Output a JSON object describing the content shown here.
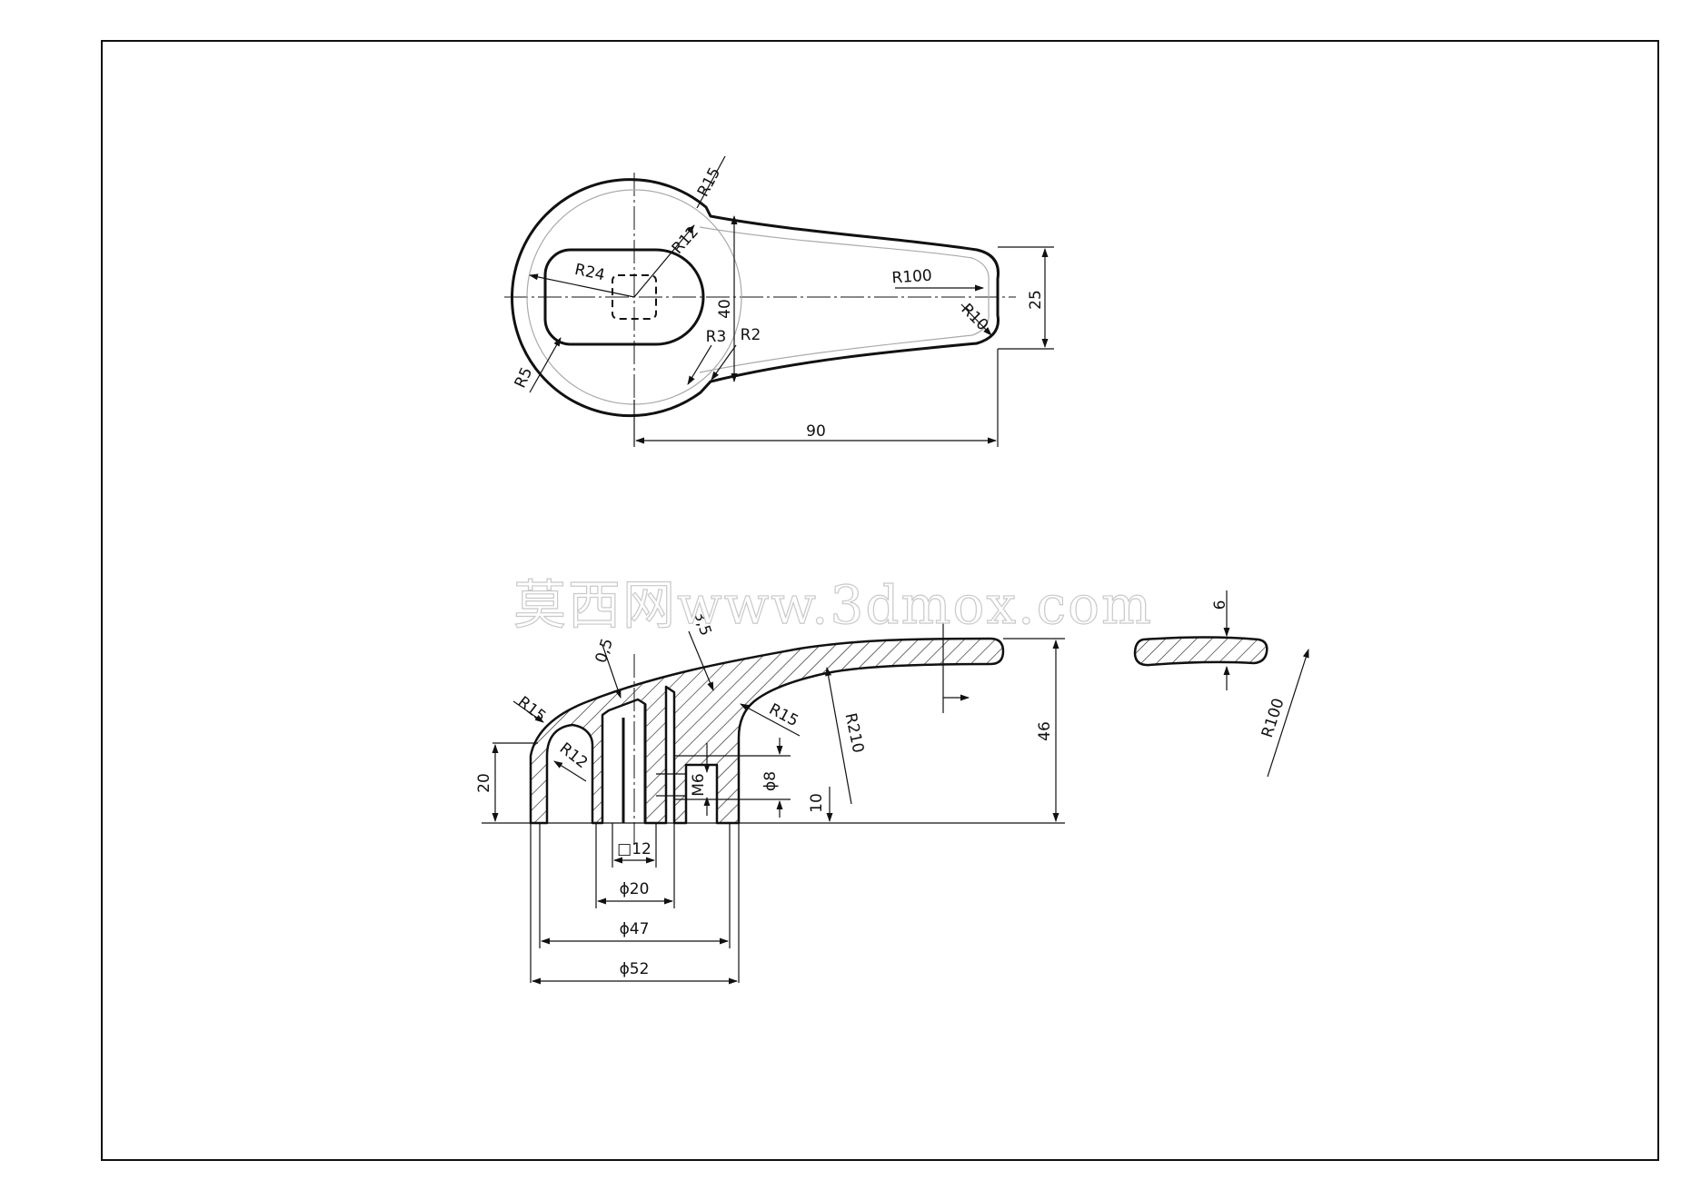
{
  "watermark": "莫西网www.3dmox.com",
  "top_view": {
    "dimensions": {
      "r15": "R15",
      "r12": "R12",
      "r24": "R24",
      "r100": "R100",
      "r10": "R10",
      "r3": "R3",
      "r2": "R2",
      "r5": "R5",
      "d40": "40",
      "d25": "25",
      "d90": "90"
    }
  },
  "section_view": {
    "dimensions": {
      "t35": "3,5",
      "t05": "0,5",
      "r15a": "R15",
      "r12": "R12",
      "r15b": "R15",
      "r210": "R210",
      "m6": "M6",
      "d8": "ϕ8",
      "d10": "10",
      "d20h": "20",
      "d46": "46",
      "sq12": "□12",
      "dia20": "ϕ20",
      "dia47": "ϕ47",
      "dia52": "ϕ52"
    }
  },
  "profile_view": {
    "dimensions": {
      "thick6": "6",
      "r100": "R100"
    }
  }
}
